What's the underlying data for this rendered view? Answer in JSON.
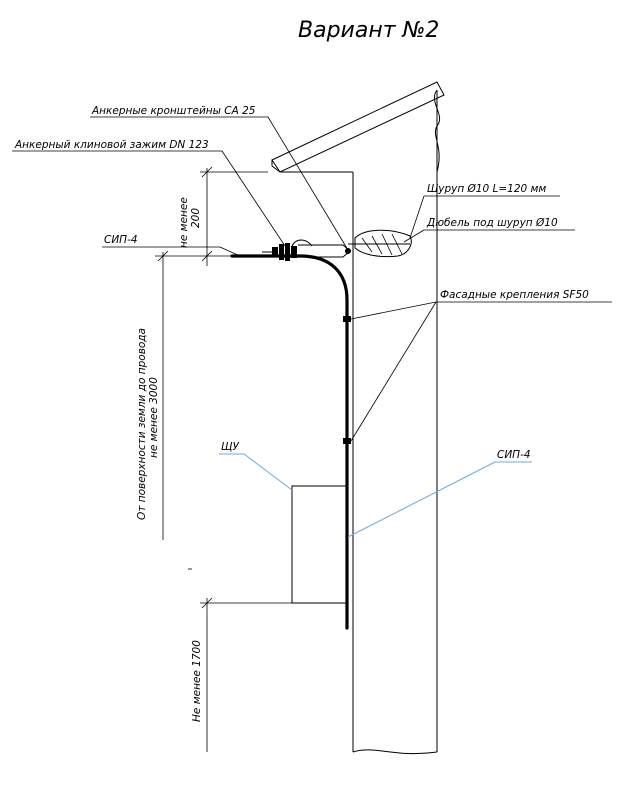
{
  "title": "Вариант №2",
  "labels": {
    "anchor_bracket": "Анкерные кронштейны СА 25",
    "wedge_clamp": "Анкерный клиновой зажим DN 123",
    "sip_left": "СИП-4",
    "screw": "Шуруп Ø10 L=120 мм",
    "dowel": "Дюбель под шуруп Ø10",
    "facade_mounts": "Фасадные крепления  SF50",
    "shchu": "ЩУ",
    "sip_right": "СИП-4"
  },
  "dimensions": {
    "min_200_line1": "не менее",
    "min_200_line2": "200",
    "ground_line1": "От поверхности земли до провода",
    "ground_line2": "не менее 3000",
    "min_1700": "Не менее 1700"
  },
  "colors": {
    "line": "#000000",
    "leader_blue": "#6fa8dc",
    "background": "#ffffff"
  }
}
